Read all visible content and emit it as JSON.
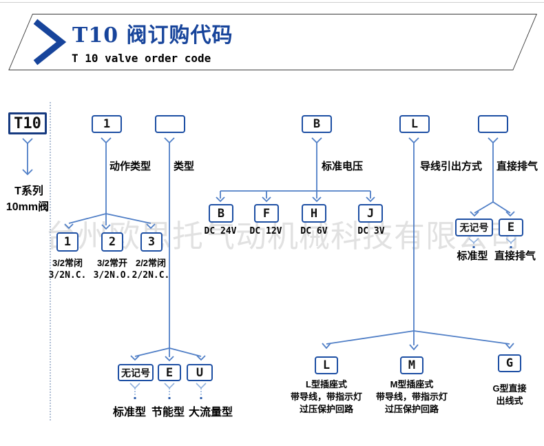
{
  "header": {
    "title": "T10 阀订购代码",
    "subtitle": "T 10 valve order code",
    "accent_color": "#17449b",
    "chevron_icon": "angle-right"
  },
  "watermark": "台州欧思托气动机械科技有限公司",
  "diagram": {
    "root": {
      "code": "T10",
      "caption_line1": "T系列",
      "caption_line2": "10mm阀"
    },
    "positions": [
      {
        "code": "1",
        "label": "动作类型"
      },
      {
        "code": "",
        "label": "类型"
      },
      {
        "code": "B",
        "label": "标准电压"
      },
      {
        "code": "L",
        "label": "导线引出方式"
      },
      {
        "code": "",
        "label": "直接排气"
      }
    ],
    "groups": {
      "action": {
        "options": [
          {
            "code": "1",
            "name_cn": "3/2常闭",
            "name_en": "3/2N.C."
          },
          {
            "code": "2",
            "name_cn": "3/2常开",
            "name_en": "3/2N.O."
          },
          {
            "code": "3",
            "name_cn": "2/2常闭",
            "name_en": "2/2N.C."
          }
        ]
      },
      "voltage": {
        "options": [
          {
            "code": "B",
            "label": "DC 24V"
          },
          {
            "code": "F",
            "label": "DC 12V"
          },
          {
            "code": "H",
            "label": "DC 6V"
          },
          {
            "code": "J",
            "label": "DC 3V"
          }
        ]
      },
      "exhaust": {
        "options": [
          {
            "code": "无记号",
            "label": "标准型"
          },
          {
            "code": "E",
            "label": "直接排气"
          }
        ]
      },
      "type": {
        "options": [
          {
            "code": "无记号",
            "label": "标准型"
          },
          {
            "code": "E",
            "label": "节能型"
          },
          {
            "code": "U",
            "label": "大流量型"
          }
        ]
      },
      "wire": {
        "options": [
          {
            "code": "L",
            "lines": [
              "L型插座式",
              "带导线，带指示灯",
              "过压保护回路"
            ]
          },
          {
            "code": "M",
            "lines": [
              "M型插座式",
              "带导线，带指示灯",
              "过压保护回路"
            ]
          },
          {
            "code": "G",
            "lines": [
              "G型直接",
              "出线式"
            ]
          }
        ]
      }
    },
    "line_color": "#4f7ec6",
    "box_border_color": "#1c4ea3"
  }
}
